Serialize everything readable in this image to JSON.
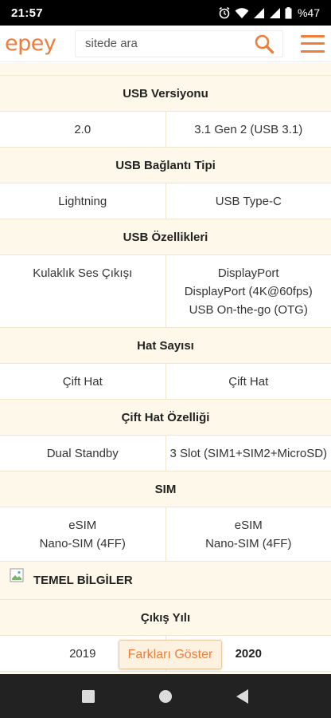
{
  "status": {
    "time": "21:57",
    "battery": "%47"
  },
  "header": {
    "logo": "epey",
    "search_placeholder": "sitede ara"
  },
  "specs": [
    {
      "title": "USB Versiyonu",
      "left": [
        "2.0"
      ],
      "right": [
        "3.1 Gen 2 (USB 3.1)"
      ]
    },
    {
      "title": "USB Bağlantı Tipi",
      "left": [
        "Lightning"
      ],
      "right": [
        "USB Type-C"
      ]
    },
    {
      "title": "USB Özellikleri",
      "left": [
        "Kulaklık Ses Çıkışı"
      ],
      "right": [
        "DisplayPort",
        "DisplayPort (4K@60fps)",
        "USB On-the-go (OTG)"
      ]
    },
    {
      "title": "Hat Sayısı",
      "left": [
        "Çift Hat"
      ],
      "right": [
        "Çift Hat"
      ]
    },
    {
      "title": "Çift Hat Özelliği",
      "left": [
        "Dual Standby"
      ],
      "right": [
        "3 Slot (SIM1+SIM2+MicroSD)"
      ]
    },
    {
      "title": "SIM",
      "left": [
        "eSIM",
        "Nano-SIM (4FF)"
      ],
      "right": [
        "eSIM",
        "Nano-SIM (4FF)"
      ]
    }
  ],
  "section": {
    "title": "TEMEL BİLGİLER"
  },
  "release": {
    "title": "Çıkış Yılı",
    "left": "2019",
    "right": "2020"
  },
  "diff_button": {
    "label": "Farkları Göster"
  },
  "colors": {
    "accent": "#ef7d3c",
    "row_header_bg": "#fdf8ea"
  }
}
